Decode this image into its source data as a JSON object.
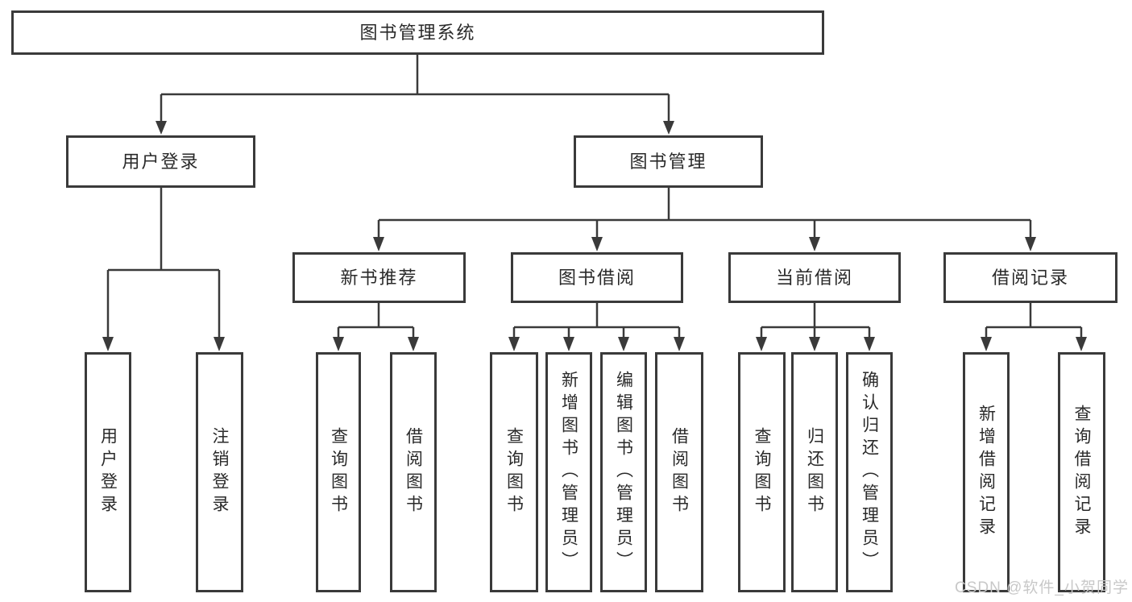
{
  "diagram": {
    "type": "hierarchy-tree",
    "title": "图书管理系统"
  },
  "nodes": {
    "root": {
      "label": "图书管理系统"
    },
    "user_login": {
      "label": "用户登录"
    },
    "book_mgmt": {
      "label": "图书管理"
    },
    "new_book_rec": {
      "label": "新书推荐"
    },
    "book_borrow": {
      "label": "图书借阅"
    },
    "current_borrow": {
      "label": "当前借阅"
    },
    "borrow_record": {
      "label": "借阅记录"
    },
    "user_login_leaf": {
      "label": "用户登录"
    },
    "logout_leaf": {
      "label": "注销登录"
    },
    "query_book_rec": {
      "label": "查询图书"
    },
    "borrow_book_rec": {
      "label": "借阅图书"
    },
    "query_book_borrow": {
      "label": "查询图书"
    },
    "add_book_admin": {
      "label": "新增图书（管理员）"
    },
    "edit_book_admin": {
      "label": "编辑图书（管理员）"
    },
    "borrow_book_borrow": {
      "label": "借阅图书"
    },
    "query_book_current": {
      "label": "查询图书"
    },
    "return_book": {
      "label": "归还图书"
    },
    "confirm_return_admin": {
      "label": "确认归还（管理员）"
    },
    "add_borrow_record": {
      "label": "新增借阅记录"
    },
    "query_borrow_record": {
      "label": "查询借阅记录"
    }
  },
  "edges": [
    {
      "from": "root",
      "to": "user_login"
    },
    {
      "from": "root",
      "to": "book_mgmt"
    },
    {
      "from": "user_login",
      "to": "user_login_leaf"
    },
    {
      "from": "user_login",
      "to": "logout_leaf"
    },
    {
      "from": "book_mgmt",
      "to": "new_book_rec"
    },
    {
      "from": "book_mgmt",
      "to": "book_borrow"
    },
    {
      "from": "book_mgmt",
      "to": "current_borrow"
    },
    {
      "from": "book_mgmt",
      "to": "borrow_record"
    },
    {
      "from": "new_book_rec",
      "to": "query_book_rec"
    },
    {
      "from": "new_book_rec",
      "to": "borrow_book_rec"
    },
    {
      "from": "book_borrow",
      "to": "query_book_borrow"
    },
    {
      "from": "book_borrow",
      "to": "add_book_admin"
    },
    {
      "from": "book_borrow",
      "to": "edit_book_admin"
    },
    {
      "from": "book_borrow",
      "to": "borrow_book_borrow"
    },
    {
      "from": "current_borrow",
      "to": "query_book_current"
    },
    {
      "from": "current_borrow",
      "to": "return_book"
    },
    {
      "from": "current_borrow",
      "to": "confirm_return_admin"
    },
    {
      "from": "borrow_record",
      "to": "add_borrow_record"
    },
    {
      "from": "borrow_record",
      "to": "query_borrow_record"
    }
  ],
  "watermark": {
    "text": "CSDN @软件_小贺同学"
  },
  "colors": {
    "line": "#3a3a3a",
    "text": "#2a2a2a",
    "background": "#ffffff",
    "watermark": "#c8c8c8"
  }
}
